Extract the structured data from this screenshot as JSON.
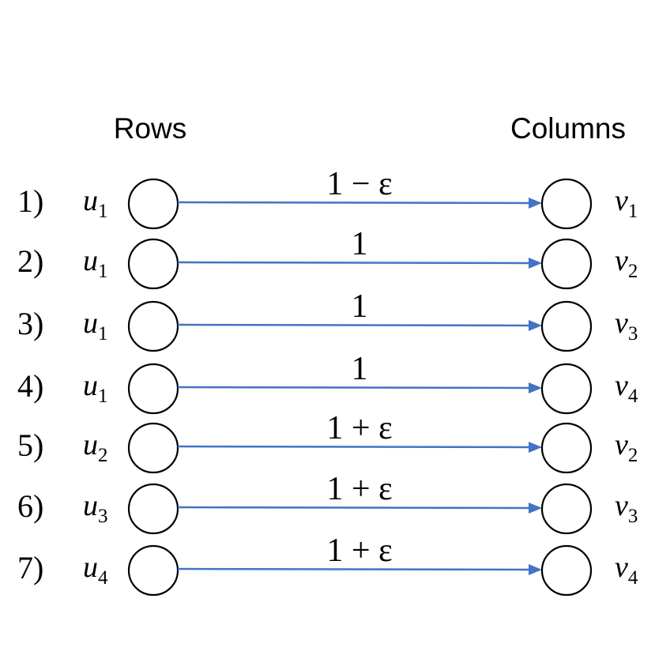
{
  "headers": {
    "rows": "Rows",
    "columns": "Columns"
  },
  "edges": [
    {
      "index": "1)",
      "left": {
        "base": "u",
        "sub": "1"
      },
      "right": {
        "base": "v",
        "sub": "1"
      },
      "weight": "1 − ε"
    },
    {
      "index": "2)",
      "left": {
        "base": "u",
        "sub": "1"
      },
      "right": {
        "base": "v",
        "sub": "2"
      },
      "weight": "1"
    },
    {
      "index": "3)",
      "left": {
        "base": "u",
        "sub": "1"
      },
      "right": {
        "base": "v",
        "sub": "3"
      },
      "weight": "1"
    },
    {
      "index": "4)",
      "left": {
        "base": "u",
        "sub": "1"
      },
      "right": {
        "base": "v",
        "sub": "4"
      },
      "weight": "1"
    },
    {
      "index": "5)",
      "left": {
        "base": "u",
        "sub": "2"
      },
      "right": {
        "base": "v",
        "sub": "2"
      },
      "weight": "1 + ε"
    },
    {
      "index": "6)",
      "left": {
        "base": "u",
        "sub": "3"
      },
      "right": {
        "base": "v",
        "sub": "3"
      },
      "weight": "1 + ε"
    },
    {
      "index": "7)",
      "left": {
        "base": "u",
        "sub": "4"
      },
      "right": {
        "base": "v",
        "sub": "4"
      },
      "weight": "1 + ε"
    }
  ],
  "colors": {
    "edge": "#4472C4",
    "node_stroke": "#000000",
    "text": "#000000"
  }
}
